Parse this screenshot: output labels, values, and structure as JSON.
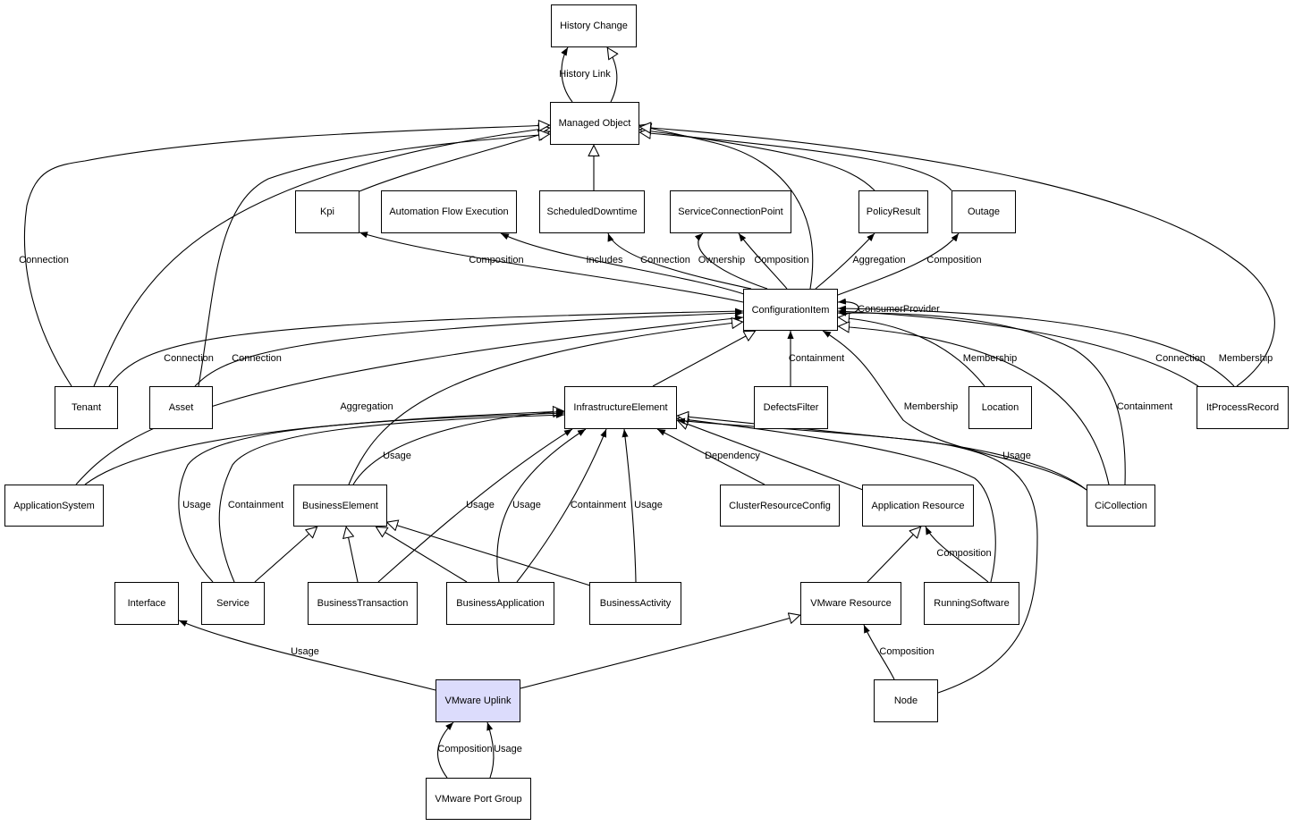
{
  "diagram": {
    "highlight_color": "#dcdcfc",
    "nodes": [
      {
        "id": "HistoryChange",
        "label": "History Change"
      },
      {
        "id": "ManagedObject",
        "label": "Managed Object"
      },
      {
        "id": "Kpi",
        "label": "Kpi"
      },
      {
        "id": "AutomationFlowExecution",
        "label": "Automation Flow Execution"
      },
      {
        "id": "ScheduledDowntime",
        "label": "ScheduledDowntime"
      },
      {
        "id": "ServiceConnectionPoint",
        "label": "ServiceConnectionPoint"
      },
      {
        "id": "PolicyResult",
        "label": "PolicyResult"
      },
      {
        "id": "Outage",
        "label": "Outage"
      },
      {
        "id": "ConfigurationItem",
        "label": "ConfigurationItem"
      },
      {
        "id": "Tenant",
        "label": "Tenant"
      },
      {
        "id": "Asset",
        "label": "Asset"
      },
      {
        "id": "InfrastructureElement",
        "label": "InfrastructureElement"
      },
      {
        "id": "DefectsFilter",
        "label": "DefectsFilter"
      },
      {
        "id": "Location",
        "label": "Location"
      },
      {
        "id": "ItProcessRecord",
        "label": "ItProcessRecord"
      },
      {
        "id": "ApplicationSystem",
        "label": "ApplicationSystem"
      },
      {
        "id": "BusinessElement",
        "label": "BusinessElement"
      },
      {
        "id": "ClusterResourceConfig",
        "label": "ClusterResourceConfig"
      },
      {
        "id": "ApplicationResource",
        "label": "Application Resource"
      },
      {
        "id": "CiCollection",
        "label": "CiCollection"
      },
      {
        "id": "Interface",
        "label": "Interface"
      },
      {
        "id": "Service",
        "label": "Service"
      },
      {
        "id": "BusinessTransaction",
        "label": "BusinessTransaction"
      },
      {
        "id": "BusinessApplication",
        "label": "BusinessApplication"
      },
      {
        "id": "BusinessActivity",
        "label": "BusinessActivity"
      },
      {
        "id": "VMwareResource",
        "label": "VMware Resource"
      },
      {
        "id": "RunningSoftware",
        "label": "RunningSoftware"
      },
      {
        "id": "VMwareUplink",
        "label": "VMware Uplink",
        "highlighted": true
      },
      {
        "id": "Node",
        "label": "Node"
      },
      {
        "id": "VMwarePortGroup",
        "label": "VMware Port Group"
      }
    ],
    "edges": [
      {
        "from": "ManagedObject",
        "to": "HistoryChange",
        "label": "History Link",
        "kind": "association"
      },
      {
        "from": "HistoryChange",
        "to": "ManagedObject",
        "label": "",
        "kind": "generalization"
      },
      {
        "from": "Kpi",
        "to": "ManagedObject",
        "label": "",
        "kind": "generalization"
      },
      {
        "from": "Tenant",
        "to": "ManagedObject",
        "label": "",
        "kind": "generalization"
      },
      {
        "from": "Asset",
        "to": "ManagedObject",
        "label": "",
        "kind": "generalization"
      },
      {
        "from": "Tenant",
        "to": "ManagedObject",
        "label": "Connection",
        "kind": "generalization"
      },
      {
        "from": "ScheduledDowntime",
        "to": "ManagedObject",
        "label": "",
        "kind": "generalization"
      },
      {
        "from": "ConfigurationItem",
        "to": "ManagedObject",
        "label": "",
        "kind": "generalization"
      },
      {
        "from": "PolicyResult",
        "to": "ManagedObject",
        "label": "",
        "kind": "generalization"
      },
      {
        "from": "Outage",
        "to": "ManagedObject",
        "label": "",
        "kind": "generalization"
      },
      {
        "from": "ItProcessRecord",
        "to": "ManagedObject",
        "label": "",
        "kind": "generalization"
      },
      {
        "from": "ConfigurationItem",
        "to": "Kpi",
        "label": "Composition",
        "kind": "association"
      },
      {
        "from": "ConfigurationItem",
        "to": "AutomationFlowExecution",
        "label": "Includes",
        "kind": "association"
      },
      {
        "from": "ConfigurationItem",
        "to": "ScheduledDowntime",
        "label": "Connection",
        "kind": "association"
      },
      {
        "from": "ConfigurationItem",
        "to": "ServiceConnectionPoint",
        "label": "Ownership",
        "kind": "association"
      },
      {
        "from": "ConfigurationItem",
        "to": "ServiceConnectionPoint",
        "label": "Composition",
        "kind": "association"
      },
      {
        "from": "ConfigurationItem",
        "to": "PolicyResult",
        "label": "Aggregation",
        "kind": "association"
      },
      {
        "from": "ConfigurationItem",
        "to": "Outage",
        "label": "Composition",
        "kind": "association"
      },
      {
        "from": "ConfigurationItem",
        "to": "ConfigurationItem",
        "label": "ConsumerProvider",
        "kind": "association"
      },
      {
        "from": "Tenant",
        "to": "ConfigurationItem",
        "label": "Connection",
        "kind": "association"
      },
      {
        "from": "Asset",
        "to": "ConfigurationItem",
        "label": "Connection",
        "kind": "association"
      },
      {
        "from": "ApplicationSystem",
        "to": "ConfigurationItem",
        "label": "Aggregation",
        "kind": "association"
      },
      {
        "from": "BusinessElement",
        "to": "ConfigurationItem",
        "label": "",
        "kind": "generalization"
      },
      {
        "from": "InfrastructureElement",
        "to": "ConfigurationItem",
        "label": "",
        "kind": "generalization"
      },
      {
        "from": "DefectsFilter",
        "to": "ConfigurationItem",
        "label": "Containment",
        "kind": "association"
      },
      {
        "from": "Location",
        "to": "ConfigurationItem",
        "label": "Membership",
        "kind": "generalization"
      },
      {
        "from": "CiCollection",
        "to": "ConfigurationItem",
        "label": "Membership",
        "kind": "association"
      },
      {
        "from": "CiCollection",
        "to": "ConfigurationItem",
        "label": "Containment",
        "kind": "association"
      },
      {
        "from": "CiCollection",
        "to": "ConfigurationItem",
        "label": "",
        "kind": "generalization"
      },
      {
        "from": "ItProcessRecord",
        "to": "ConfigurationItem",
        "label": "Connection",
        "kind": "association"
      },
      {
        "from": "ItProcessRecord",
        "to": "ConfigurationItem",
        "label": "Membership",
        "kind": "association"
      },
      {
        "from": "ApplicationSystem",
        "to": "InfrastructureElement",
        "label": "",
        "kind": "generalization"
      },
      {
        "from": "BusinessElement",
        "to": "InfrastructureElement",
        "label": "Usage",
        "kind": "association"
      },
      {
        "from": "Service",
        "to": "InfrastructureElement",
        "label": "Usage",
        "kind": "association"
      },
      {
        "from": "Service",
        "to": "InfrastructureElement",
        "label": "Containment",
        "kind": "association"
      },
      {
        "from": "Service",
        "to": "BusinessElement",
        "label": "",
        "kind": "generalization"
      },
      {
        "from": "BusinessTransaction",
        "to": "BusinessElement",
        "label": "",
        "kind": "generalization"
      },
      {
        "from": "BusinessTransaction",
        "to": "InfrastructureElement",
        "label": "Usage",
        "kind": "association"
      },
      {
        "from": "BusinessApplication",
        "to": "BusinessElement",
        "label": "",
        "kind": "generalization"
      },
      {
        "from": "BusinessApplication",
        "to": "InfrastructureElement",
        "label": "Usage",
        "kind": "association"
      },
      {
        "from": "BusinessApplication",
        "to": "InfrastructureElement",
        "label": "Containment",
        "kind": "association"
      },
      {
        "from": "BusinessActivity",
        "to": "BusinessElement",
        "label": "",
        "kind": "generalization"
      },
      {
        "from": "BusinessActivity",
        "to": "InfrastructureElement",
        "label": "Usage",
        "kind": "association"
      },
      {
        "from": "ClusterResourceConfig",
        "to": "InfrastructureElement",
        "label": "Dependency",
        "kind": "association"
      },
      {
        "from": "ApplicationResource",
        "to": "InfrastructureElement",
        "label": "",
        "kind": "generalization"
      },
      {
        "from": "RunningSoftware",
        "to": "InfrastructureElement",
        "label": "",
        "kind": "generalization"
      },
      {
        "from": "Node",
        "to": "InfrastructureElement",
        "label": "",
        "kind": "generalization"
      },
      {
        "from": "CiCollection",
        "to": "InfrastructureElement",
        "label": "Usage",
        "kind": "association"
      },
      {
        "from": "VMwareResource",
        "to": "ApplicationResource",
        "label": "",
        "kind": "generalization"
      },
      {
        "from": "RunningSoftware",
        "to": "ApplicationResource",
        "label": "Composition",
        "kind": "association"
      },
      {
        "from": "Node",
        "to": "VMwareResource",
        "label": "Composition",
        "kind": "association"
      },
      {
        "from": "VMwareUplink",
        "to": "Interface",
        "label": "Usage",
        "kind": "association"
      },
      {
        "from": "VMwareUplink",
        "to": "VMwareResource",
        "label": "",
        "kind": "generalization"
      },
      {
        "from": "VMwarePortGroup",
        "to": "VMwareUplink",
        "label": "Composition",
        "kind": "association"
      },
      {
        "from": "VMwarePortGroup",
        "to": "VMwareUplink",
        "label": "Usage",
        "kind": "association"
      }
    ]
  }
}
